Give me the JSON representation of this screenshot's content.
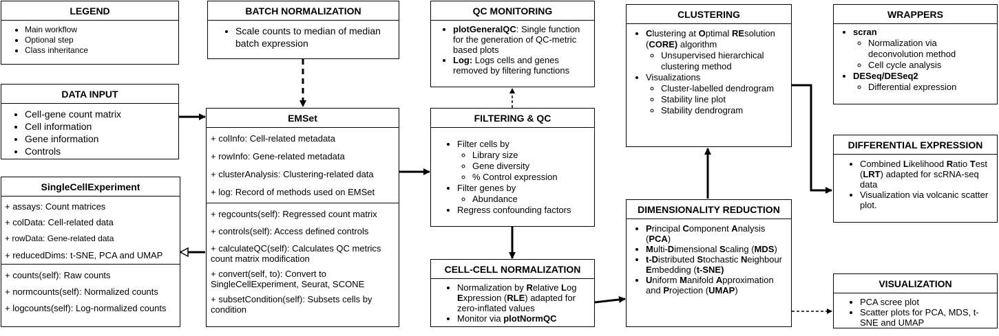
{
  "legend": {
    "title": "LEGEND",
    "items": [
      "Main workflow",
      "Optional step",
      "Class inheritance"
    ]
  },
  "data_input": {
    "title": "DATA INPUT",
    "items": [
      "Cell-gene count matrix",
      "Cell information",
      "Gene information",
      "Controls"
    ]
  },
  "sce": {
    "title": "SingleCellExperiment",
    "attributes": [
      "+ assays: Count matrices",
      "+ colData: Cell-related data",
      "+ rowData: Gene-related data",
      "+ reducedDims: t-SNE, PCA and UMAP"
    ],
    "methods": [
      "+ counts(self): Raw counts",
      "+ normcounts(self): Normalized counts",
      "+ logcounts(self): Log-normalized counts"
    ]
  },
  "batch": {
    "title": "BATCH NORMALIZATION",
    "items": [
      "Scale counts to median of median batch expression"
    ]
  },
  "emset": {
    "title": "EMSet",
    "attributes": [
      "+ colInfo: Cell-related metadata",
      "+ rowInfo: Gene-related metadata",
      "+ clusterAnalysis: Clustering-related data",
      "+ log: Record of methods used on EMSet"
    ],
    "methods": [
      "+ regcounts(self): Regressed count matrix",
      "+ controls(self): Access defined controls",
      "+ calculateQC(self): Calculates QC metrics count matrix modification",
      "+ convert(self, to): Convert to SingleCellExperiment, Seurat, SCONE",
      "+ subsetCondition(self): Subsets cells by condition"
    ]
  },
  "qc_monitoring": {
    "title": "QC MONITORING",
    "items": [
      {
        "bold": "plotGeneralQC",
        "text": ": Single function for the generation of QC-metric based plots"
      },
      {
        "bold": "Log:",
        "text": " Logs cells and genes removed by filtering functions"
      }
    ]
  },
  "filtering": {
    "title": "FILTERING & QC",
    "item1": "Filter cells by",
    "item1_sub": [
      "Library size",
      "Gene diversity",
      "% Control expression"
    ],
    "item2": "Filter genes by",
    "item2_sub": [
      "Abundance"
    ],
    "item3": "Regress confounding factors"
  },
  "cellcell": {
    "title": "CELL-CELL NORMALIZATION",
    "item1": {
      "p1": "Normalization by ",
      "b1": "R",
      "p2": "elative  ",
      "b2": "L",
      "p3": "og ",
      "b3": "E",
      "p4": "xpression (",
      "b4": "RLE",
      "p5": ") adapted for zero-inflated values"
    },
    "item2": {
      "p1": "Monitor via ",
      "b1": "plotNormQC"
    }
  },
  "clustering": {
    "title": "CLUSTERING",
    "item1": {
      "b1": "C",
      "p1": "lustering at ",
      "b2": "O",
      "p2": "ptimal ",
      "b3": "RE",
      "p3": "solution (",
      "b4": "CORE)",
      "p4": " algorithm"
    },
    "item1_sub": [
      "Unsupervised hierarchical clustering method"
    ],
    "item2": "Visualizations",
    "item2_sub": [
      "Cluster-labelled dendrogram",
      "Stability line plot",
      "Stability dendrogram"
    ]
  },
  "dimred": {
    "title": "DIMENSIONALITY REDUCTION",
    "pca": {
      "b1": "P",
      "p1": "rincipal ",
      "b2": "C",
      "p2": "omponent ",
      "b3": "A",
      "p3": "nalysis (",
      "b4": "PCA",
      "p4": ")"
    },
    "mds": {
      "b1": "M",
      "p1": "ulti-",
      "b2": "D",
      "p2": "imensional ",
      "b3": "S",
      "p3": "caling (",
      "b4": "MDS",
      "p4": ")"
    },
    "tsne": {
      "b1": "t-D",
      "p1": "istributed ",
      "b2": "S",
      "p2": "tochastic ",
      "b3": "N",
      "p3": "eighbour ",
      "b4": "E",
      "p4": "mbedding (",
      "b5": "t-SNE)"
    },
    "umap": {
      "b1": "U",
      "p1": "niform ",
      "b2": "M",
      "p2": "anifold ",
      "b3": "A",
      "p3": "pproximation and ",
      "b4": "P",
      "p4": "rojection (",
      "b5": "UMAP",
      "p5": ")"
    }
  },
  "wrappers": {
    "title": "WRAPPERS",
    "scran": "scran",
    "scran_sub": [
      "Normalization via deconvolution method",
      "Cell cycle analysis"
    ],
    "deseq": "DESeq/DESeq2",
    "deseq_sub": [
      "Differential expression"
    ]
  },
  "diffexp": {
    "title": "DIFFERENTIAL EXPRESSION",
    "item1": {
      "p1": "Combined ",
      "b1": "L",
      "p2": "ikelihood ",
      "b2": "R",
      "p3": "atio ",
      "b3": "T",
      "p4": "est (",
      "b4": "LRT",
      "p5": ") adapted for scRNA-seq data"
    },
    "item2": "Visualization via volcanic scatter plot."
  },
  "visualization": {
    "title": "VISUALIZATION",
    "items": [
      "PCA scree plot",
      "Scatter plots for PCA, MDS, t-SNE and UMAP"
    ]
  }
}
